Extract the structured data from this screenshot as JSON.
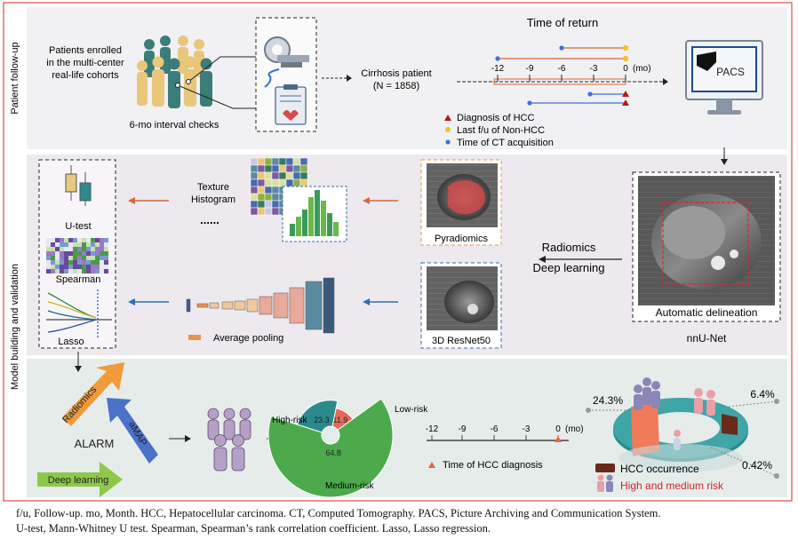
{
  "sections": {
    "followup_label": "Patient follow-up",
    "model_label": "Model building and validation"
  },
  "followup": {
    "enrolled": [
      "Patients enrolled",
      "in the multi-center",
      "real-life cohorts"
    ],
    "interval_checks": "6-mo interval checks",
    "cirrhosis_line1": "Cirrhosis patient",
    "cirrhosis_line2": "(N = 1858)",
    "time_of_return": "Time of return",
    "ticks": [
      "-12",
      "-9",
      "-6",
      "-3",
      "0"
    ],
    "unit": "(mo)",
    "legend": [
      "Diagnosis of HCC",
      "Last f/u of Non-HCC",
      "Time of CT acquisition"
    ],
    "pacs": "PACS",
    "colors": {
      "hcc": "#b01a1a",
      "last_fu": "#f2c230",
      "ct": "#3f6fd6",
      "line": "#d4693a"
    }
  },
  "modeling": {
    "utest": "U-test",
    "spearman": "Spearman",
    "lasso": "Lasso",
    "texture": "Texture",
    "histogram": "Histogram",
    "dots": "......",
    "pyradiomics": "Pyradiomics",
    "radiomics": "Radiomics",
    "deep_learning": "Deep learning",
    "resnet": "3D ResNet50",
    "average_pooling": "Average pooling",
    "auto_delineation": "Automatic delineation",
    "nnunet": "nnU-Net"
  },
  "validation": {
    "alarm": "ALARM",
    "radiomics": "Radiomics",
    "amap": "aMAP",
    "deep_learning": "Deep learning",
    "ticks": [
      "-12",
      "-9",
      "-6",
      "-3",
      "0"
    ],
    "unit": "(mo)",
    "hcc_diag": "Time of HCC diagnosis",
    "hcc_occurrence": "HCC occurrence",
    "high_medium_risk": "High and medium risk",
    "pct": [
      "24.3%",
      "6.4%",
      "0.42%"
    ],
    "risk_chart": {
      "labels": [
        "High-risk",
        "Low-risk",
        "Medium-risk"
      ],
      "values": [
        11.9,
        64.8,
        23.3
      ],
      "value_labels": [
        "11.9",
        "64.8",
        "23.3"
      ],
      "colors": [
        "#e8685a",
        "#4caa4c",
        "#2a8a8c"
      ]
    }
  },
  "caption": {
    "line1": "f/u, Follow-up. mo, Month. HCC, Hepatocellular carcinoma. CT, Computed Tomography. PACS, Picture Archiving and Communication System.",
    "line2": "U-test, Mann-Whitney U test. Spearman, Spearman’s rank correlation coefficient. Lasso, Lasso regression."
  }
}
